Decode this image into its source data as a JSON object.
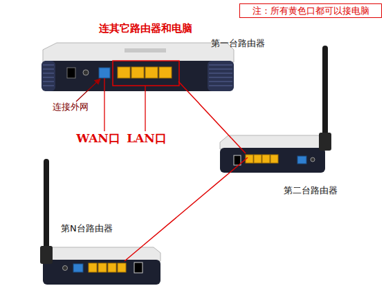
{
  "diagram": {
    "nodes": [
      {
        "text": [
          "注：所有黄色口都可以接电脑"
        ]
      },
      {
        "text": [
          "第一台路由器"
        ]
      },
      {
        "text": [
          "第二台路由器"
        ]
      },
      {
        "text": [
          "第N台路由器"
        ]
      }
    ],
    "edges": [
      {
        "from": 1,
        "to": 2,
        "arrow": "none"
      },
      {
        "from": 2,
        "to": 3,
        "arrow": "none"
      }
    ],
    "labels": [
      "连其它路由器和电脑",
      "连接外网",
      "WAN口",
      "LAN口"
    ]
  }
}
